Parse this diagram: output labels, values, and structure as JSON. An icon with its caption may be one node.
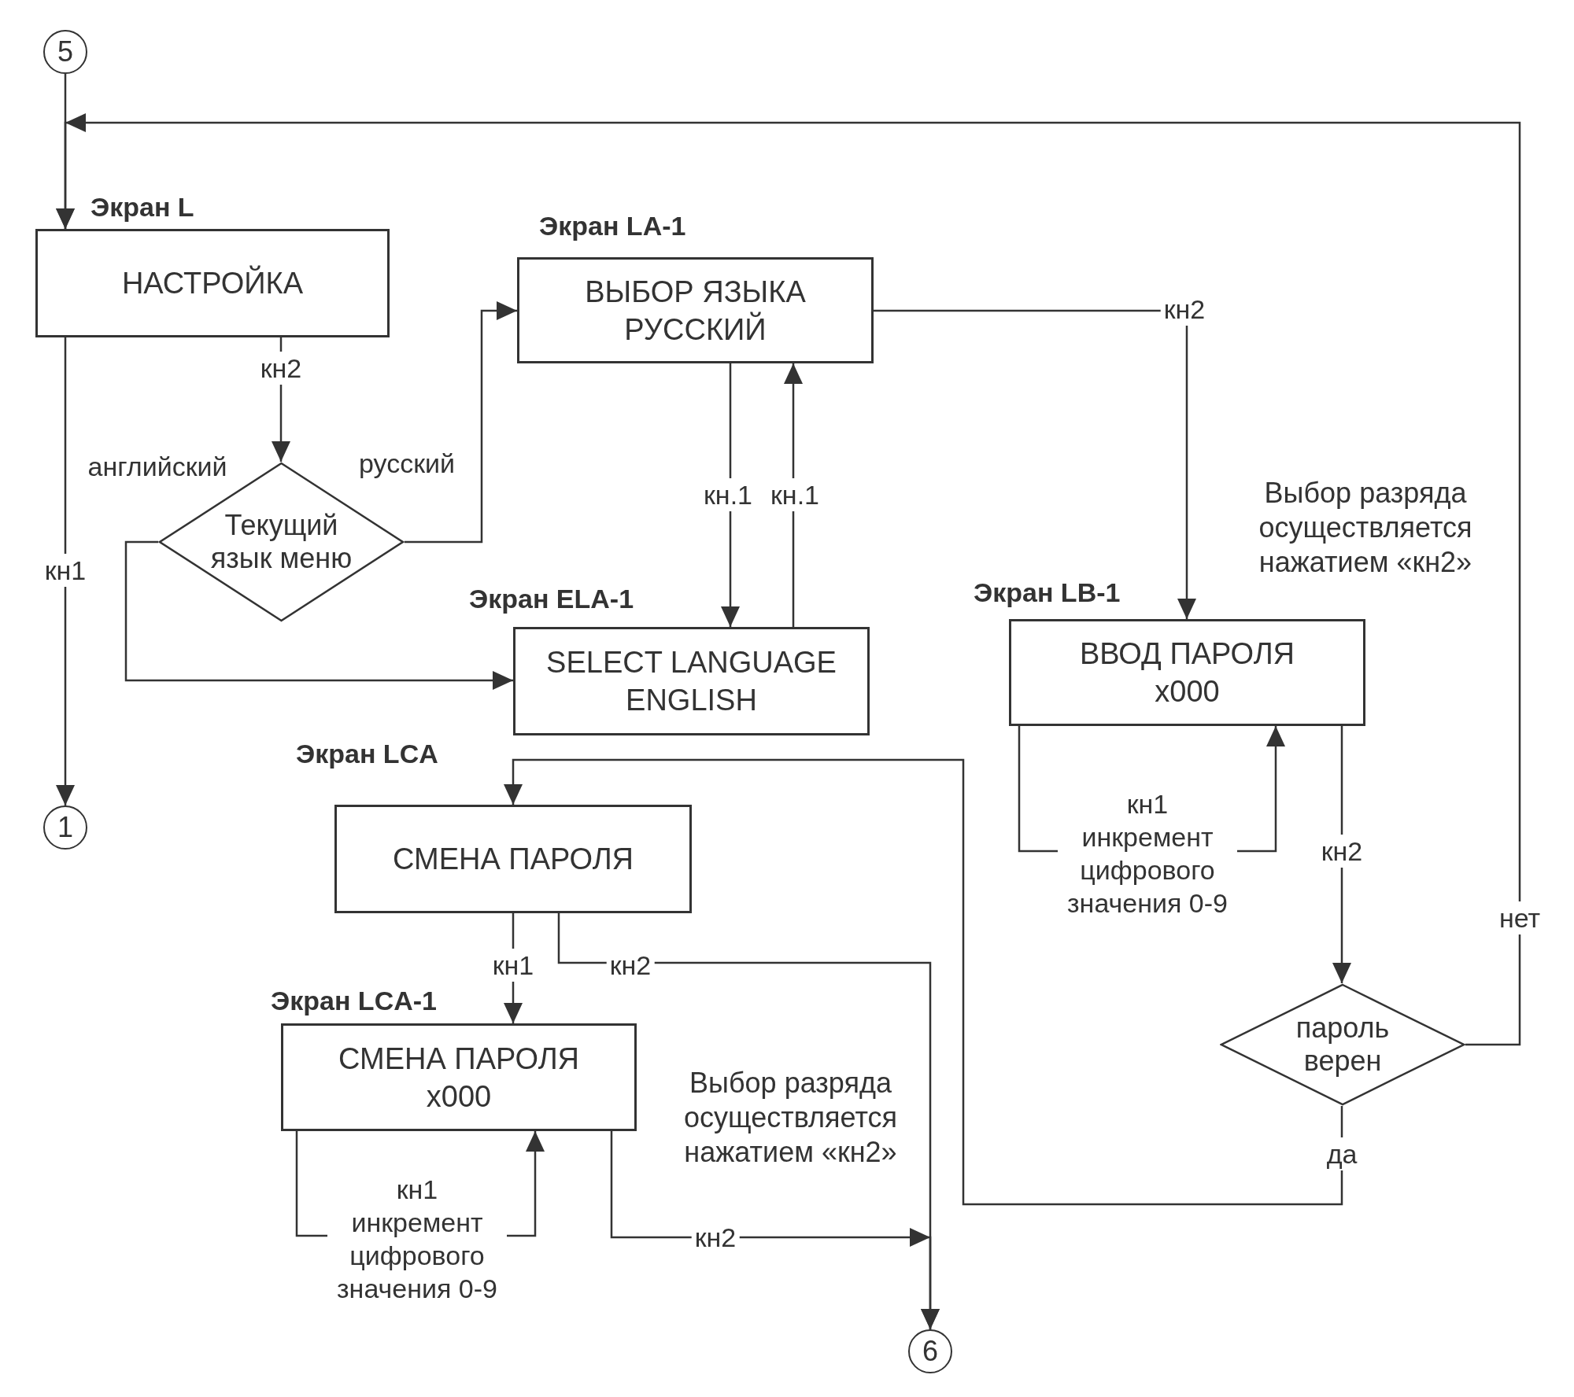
{
  "diagram": {
    "nodes": [
      {
        "text": [
          "5"
        ]
      },
      {
        "text": [
          "Экран L",
          "НАСТРОЙКА"
        ]
      },
      {
        "text": [
          "Текущий язык меню"
        ]
      },
      {
        "text": [
          "Экран LA-1",
          "ВЫБОР ЯЗЫКА",
          "РУССКИЙ"
        ]
      },
      {
        "text": [
          "Экран ELA-1",
          "SELECT LANGUAGE",
          "ENGLISH"
        ]
      },
      {
        "text": [
          "1"
        ]
      },
      {
        "text": [
          "Экран LB-1",
          "ВВОД ПАРОЛЯ",
          "x000"
        ],
        "beside": [
          "Выбор разряда осуществляется нажатием «кн2»"
        ]
      },
      {
        "text": [
          "Экран LCA",
          "СМЕНА ПАРОЛЯ"
        ]
      },
      {
        "text": [
          "Экран LCA-1",
          "СМЕНА ПАРОЛЯ",
          "x000"
        ],
        "beside": [
          "Выбор разряда осуществляется нажатием «кн2»"
        ]
      },
      {
        "text": [
          "пароль верен"
        ]
      },
      {
        "text": [
          "6"
        ]
      }
    ],
    "edges": [
      {
        "from": 0,
        "to": 1,
        "arrow": "to"
      },
      {
        "from": 1,
        "to": 2,
        "arrow": "to",
        "label": "кн2"
      },
      {
        "from": 2,
        "to": 3,
        "arrow": "to",
        "label": "русский"
      },
      {
        "from": 2,
        "to": 4,
        "arrow": "to",
        "label": "английский"
      },
      {
        "from": 1,
        "to": 5,
        "arrow": "to",
        "label": "кн1"
      },
      {
        "from": 3,
        "to": 4,
        "arrow": "to",
        "label": "кн.1"
      },
      {
        "from": 4,
        "to": 3,
        "arrow": "to",
        "label": "кн.1"
      },
      {
        "from": 3,
        "to": 6,
        "arrow": "to",
        "label": "кн2"
      },
      {
        "from": 6,
        "to": 6,
        "arrow": "to",
        "label": "кн1 инкремент цифрового значения 0-9"
      },
      {
        "from": 6,
        "to": 9,
        "arrow": "to",
        "label": "кн2"
      },
      {
        "from": 9,
        "to": 1,
        "arrow": "to",
        "label": "нет"
      },
      {
        "from": 9,
        "to": 7,
        "arrow": "to",
        "label": "да"
      },
      {
        "from": 7,
        "to": 8,
        "arrow": "to",
        "label": "кн1"
      },
      {
        "from": 7,
        "to": 10,
        "arrow": "to",
        "label": "кн2"
      },
      {
        "from": 8,
        "to": 8,
        "arrow": "to",
        "label": "кн1 инкремент цифрового значения 0-9"
      },
      {
        "from": 8,
        "to": 10,
        "arrow": "to",
        "label": "кн2"
      }
    ]
  }
}
